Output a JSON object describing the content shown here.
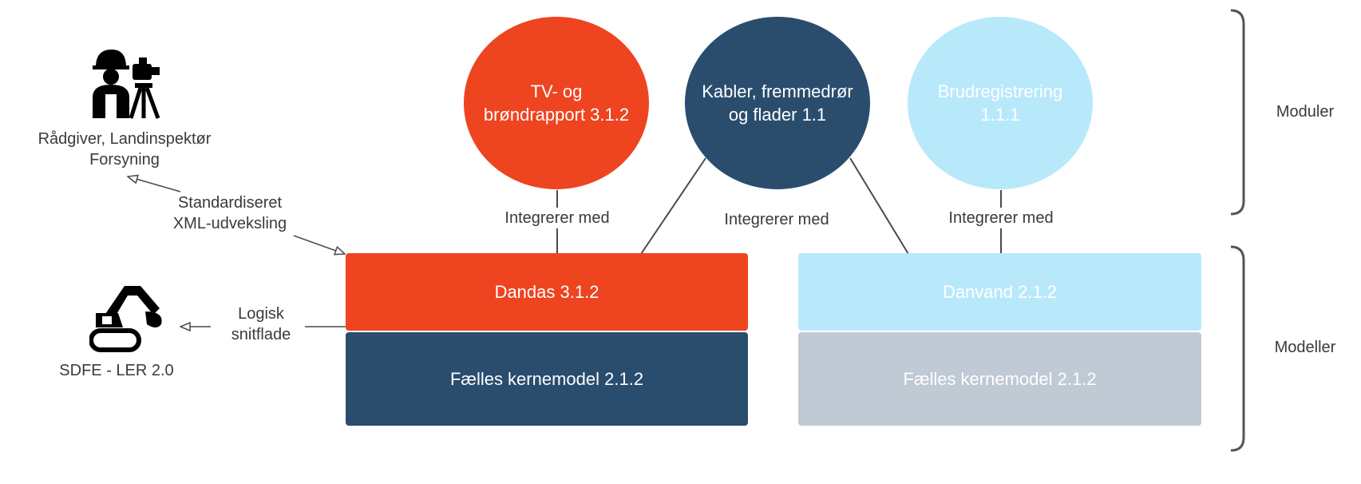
{
  "colors": {
    "orange": "#ee4420",
    "navy": "#2a4d6e",
    "light_blue": "#b8e9fb",
    "grey": "#c0cad4",
    "line": "#4a4a4a"
  },
  "modules": {
    "tv": "TV- og\nbrøndrapport 3.1.2",
    "kabler": "Kabler, fremmedrør\nog flader 1.1",
    "brud": "Brudregistrering\n1.1.1"
  },
  "models": {
    "dandas": "Dandas 3.1.2",
    "faelles_left": "Fælles kernemodel 2.1.2",
    "danvand": "Danvand 2.1.2",
    "faelles_right": "Fælles kernemodel 2.1.2"
  },
  "connectors": {
    "integrer_left": "Integrerer med",
    "integrer_mid": "Integrerer med",
    "integrer_right": "Integrerer med"
  },
  "actors": {
    "surveyor_label": "Rådgiver, Landinspektør\nForsyning",
    "surveyor_icon": "surveyor-icon",
    "excavator_label": "SDFE - LER 2.0",
    "excavator_icon": "excavator-icon"
  },
  "exchanges": {
    "xml": "Standardiseret\nXML-udveksling",
    "logisk": "Logisk\nsnitflade"
  },
  "brackets": {
    "moduler": "Moduler",
    "modeller": "Modeller"
  }
}
